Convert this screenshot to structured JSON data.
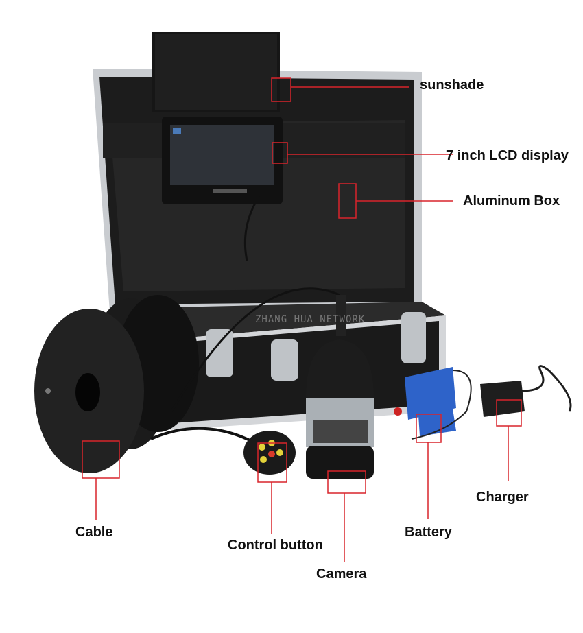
{
  "colors": {
    "callout": "#d8242b",
    "case_black": "#1c1c1c",
    "case_dark": "#2b2b2b",
    "aluminum": "#c9ccd0",
    "battery_blue": "#2e63c9",
    "label_text": "#111111"
  },
  "watermark": "ZHANG HUA NETWORK",
  "labels": {
    "sunshade": "sunshade",
    "lcd": "7 inch LCD display",
    "box": "Aluminum Box",
    "cable": "Cable",
    "control": "Control button",
    "camera": "Camera",
    "battery": "Battery",
    "charger": "Charger"
  }
}
